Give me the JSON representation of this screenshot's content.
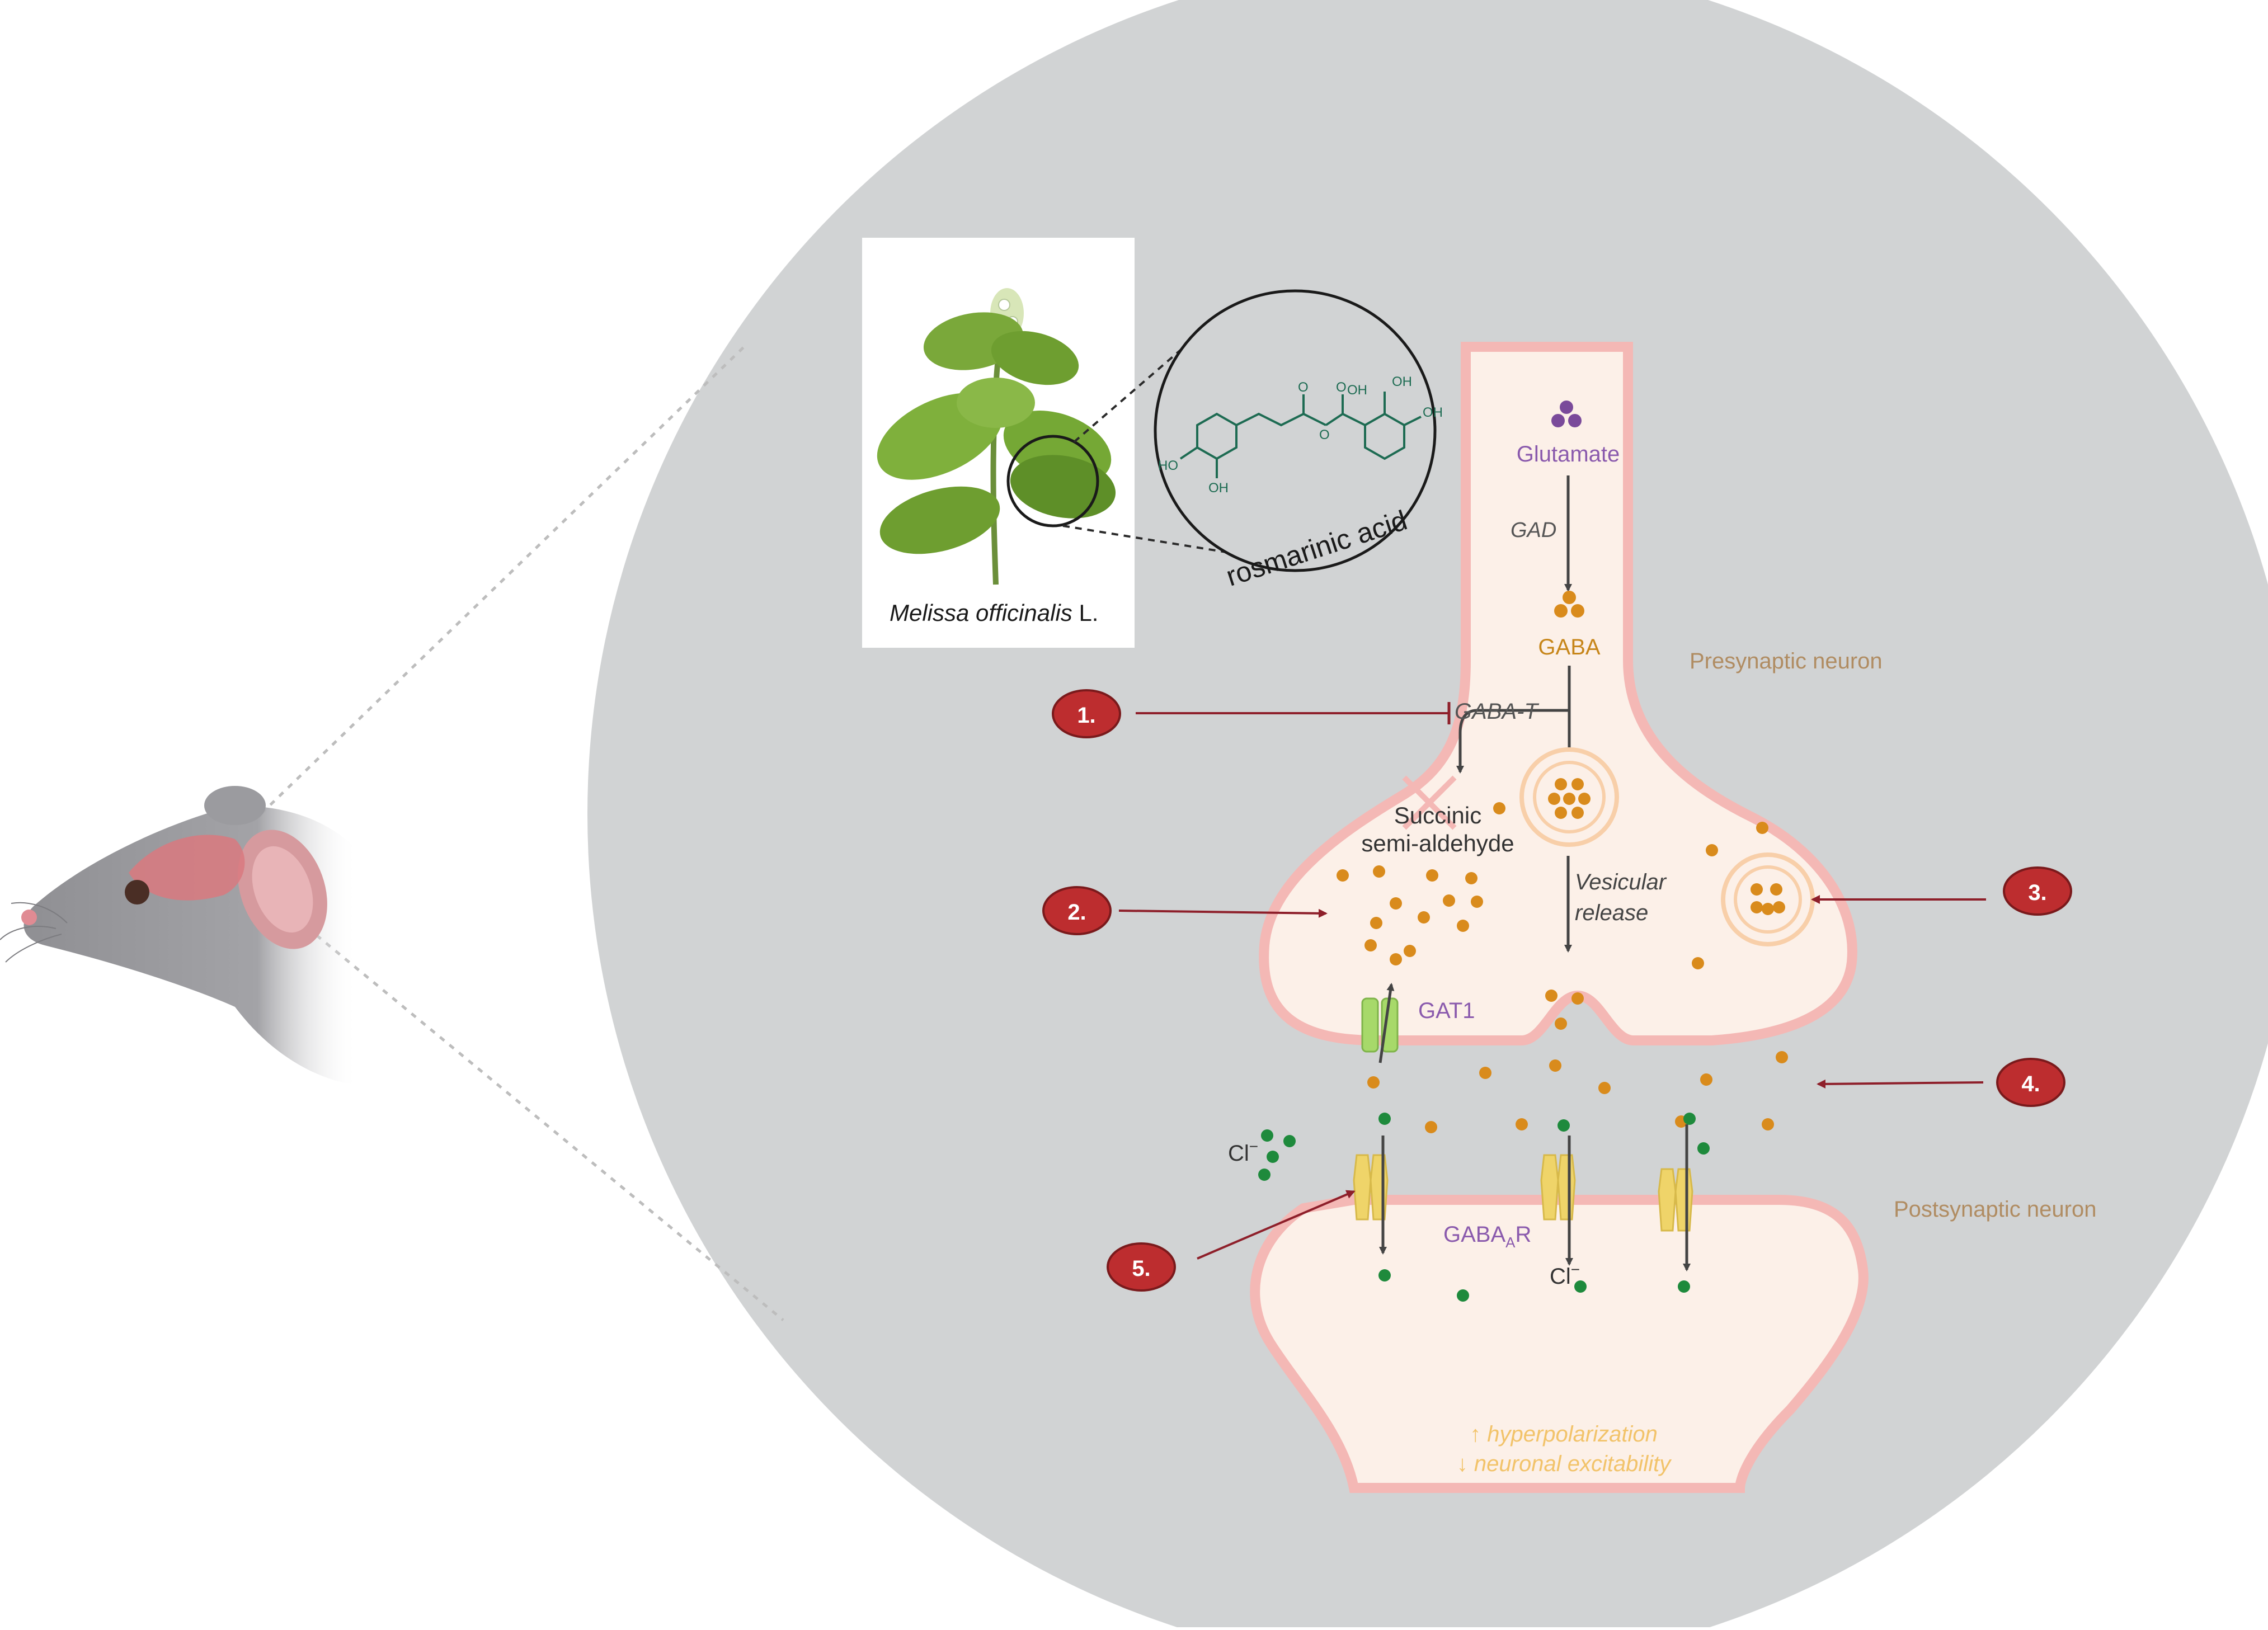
{
  "plant": {
    "name_italic": "Melissa officinalis",
    "name_suffix": " L.",
    "compound_label": "rosmarinic acid",
    "atom_labels": {
      "oh_top_left": "OH",
      "oh_top_right": "OH",
      "oh_bottom_left": "HO",
      "oh_bottom_mid": "OH",
      "o_carbonyl": "O",
      "o_ester": "O",
      "o_acid": "O",
      "oh_acid": "OH"
    }
  },
  "synapse": {
    "glutamate": "Glutamate",
    "gad": "GAD",
    "gaba": "GABA",
    "gaba_t": "GABA-T",
    "succinic_line1": "Succinic",
    "succinic_line2": "semi-aldehyde",
    "vesicular_line1": "Vesicular",
    "vesicular_line2": "release",
    "presynaptic": "Presynaptic neuron",
    "postsynaptic": "Postsynaptic neuron",
    "gat1": "GAT1",
    "cl_left_base": "Cl",
    "cl_left_sup": "−",
    "cl_right_base": "Cl",
    "cl_right_sup": "−",
    "gabaar_base": "GABA",
    "gabaar_sub": "A",
    "gabaar_end": "R",
    "effect_line1": "↑ hyperpolarization",
    "effect_line2": "↓ neuronal excitability"
  },
  "markers": [
    "1.",
    "2.",
    "3.",
    "4.",
    "5."
  ],
  "colors": {
    "background_circle": "#d1d3d4",
    "neuron_fill": "#fcf0e8",
    "neuron_membrane": "#f4b8b5",
    "gaba_dot": "#d98b1c",
    "chloride_dot": "#1e8a3c",
    "glutamate_dot": "#7a4a9a",
    "marker_red": "#bd2d2f",
    "label_purple": "#8a5aad",
    "label_brown": "#b08c62",
    "label_orange": "#c7861a",
    "effect_text": "#f2c36a",
    "gat1_green": "#a7d96a",
    "receptor_yellow": "#efd469"
  }
}
